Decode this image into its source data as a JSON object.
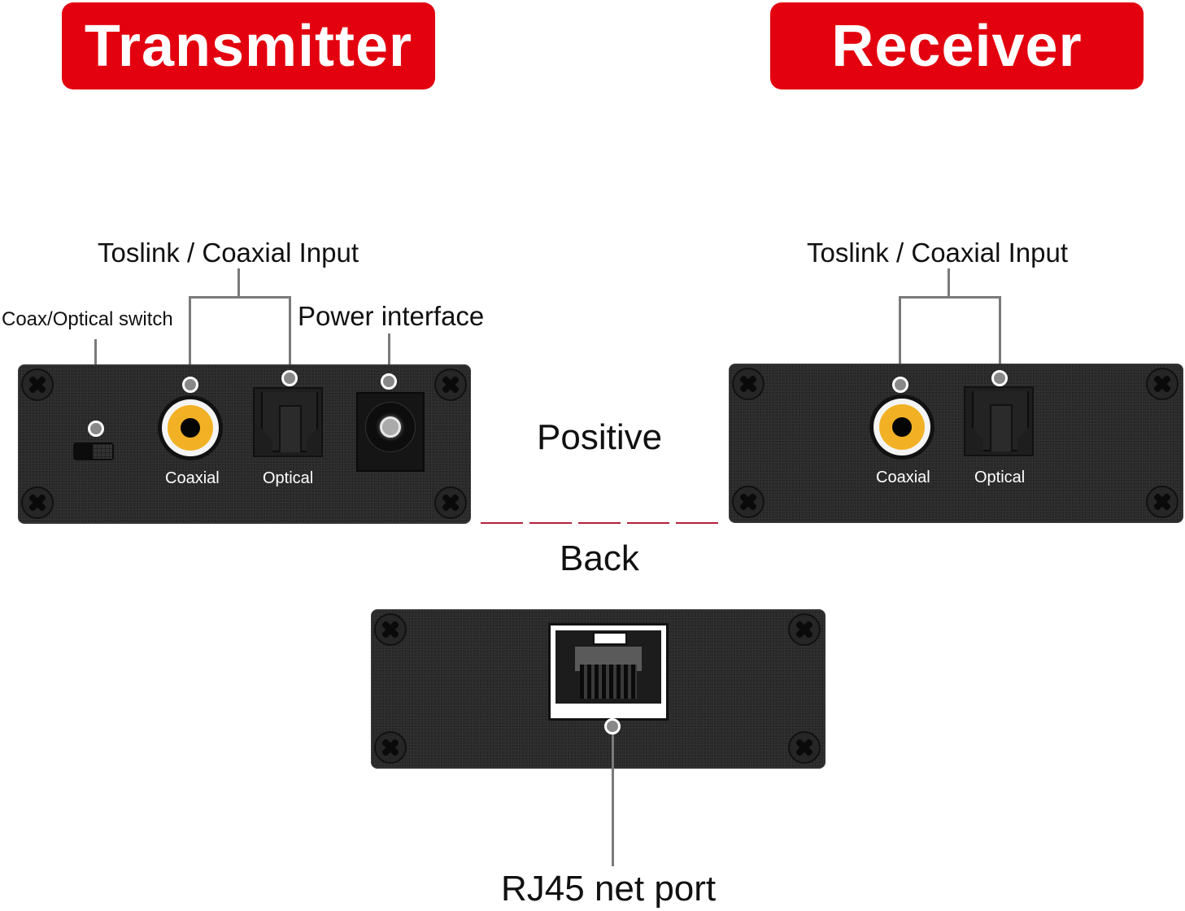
{
  "badges": {
    "transmitter": "Transmitter",
    "receiver": "Receiver"
  },
  "colors": {
    "badge_red": "#e3000f",
    "panel_black": "#2a2a2a",
    "rca_yellow": "#f2b125",
    "divider_red": "#b4203a",
    "leader_gray": "#7a7a7a"
  },
  "transmitter": {
    "callouts": {
      "toslink_coaxial_input": "Toslink / Coaxial Input",
      "coax_optical_switch": "Coax/Optical switch",
      "power_interface": "Power interface"
    },
    "ports": {
      "coaxial": "Coaxial",
      "optical": "Optical"
    }
  },
  "receiver": {
    "callouts": {
      "toslink_coaxial_input": "Toslink / Coaxial Input"
    },
    "ports": {
      "coaxial": "Coaxial",
      "optical": "Optical"
    }
  },
  "views": {
    "front": "Positive",
    "back": "Back"
  },
  "back_panel": {
    "callouts": {
      "rj45": "RJ45 net port"
    }
  }
}
